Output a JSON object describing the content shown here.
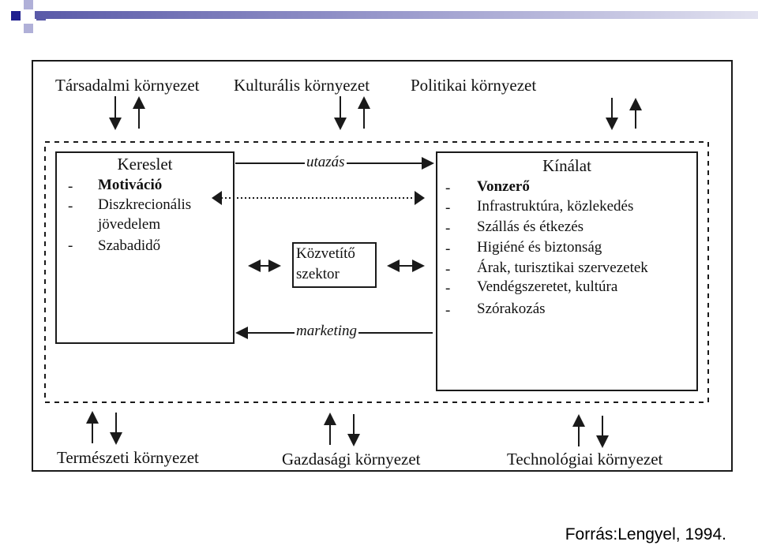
{
  "colors": {
    "accent_dark": "#1f1f8f",
    "accent_light": "#b0b0d8",
    "line": "#1a1a1a"
  },
  "environment_top": [
    "Társadalmi környezet",
    "Kulturális környezet",
    "Politikai környezet"
  ],
  "environment_bottom": [
    "Természeti környezet",
    "Gazdasági környezet",
    "Technológiai környezet"
  ],
  "demand": {
    "title": "Kereslet",
    "items": [
      {
        "dash": "-",
        "text": "Motiváció"
      },
      {
        "dash": "-",
        "text": "Diszkrecionális"
      },
      {
        "dash": "",
        "text": "jövedelem"
      },
      {
        "dash": "-",
        "text": "Szabadidő"
      }
    ]
  },
  "supply": {
    "title": "Kínálat",
    "items": [
      {
        "dash": "-",
        "text": "Vonzerő"
      },
      {
        "dash": "-",
        "text": "Infrastruktúra, közlekedés"
      },
      {
        "dash": "-",
        "text": "Szállás és étkezés"
      },
      {
        "dash": "-",
        "text": "Higiéné és biztonság"
      },
      {
        "dash": "-",
        "text": "Árak, turisztikai szervezetek"
      },
      {
        "dash": "-",
        "text": "Vendégszeretet, kultúra"
      },
      {
        "dash": "-",
        "text": "Szórakozás"
      }
    ]
  },
  "intermediary": {
    "line1": "Közvetítő",
    "line2": "szektor"
  },
  "flows": {
    "travel": "utazás",
    "marketing": "marketing"
  },
  "source": "Forrás:Lengyel, 1994."
}
